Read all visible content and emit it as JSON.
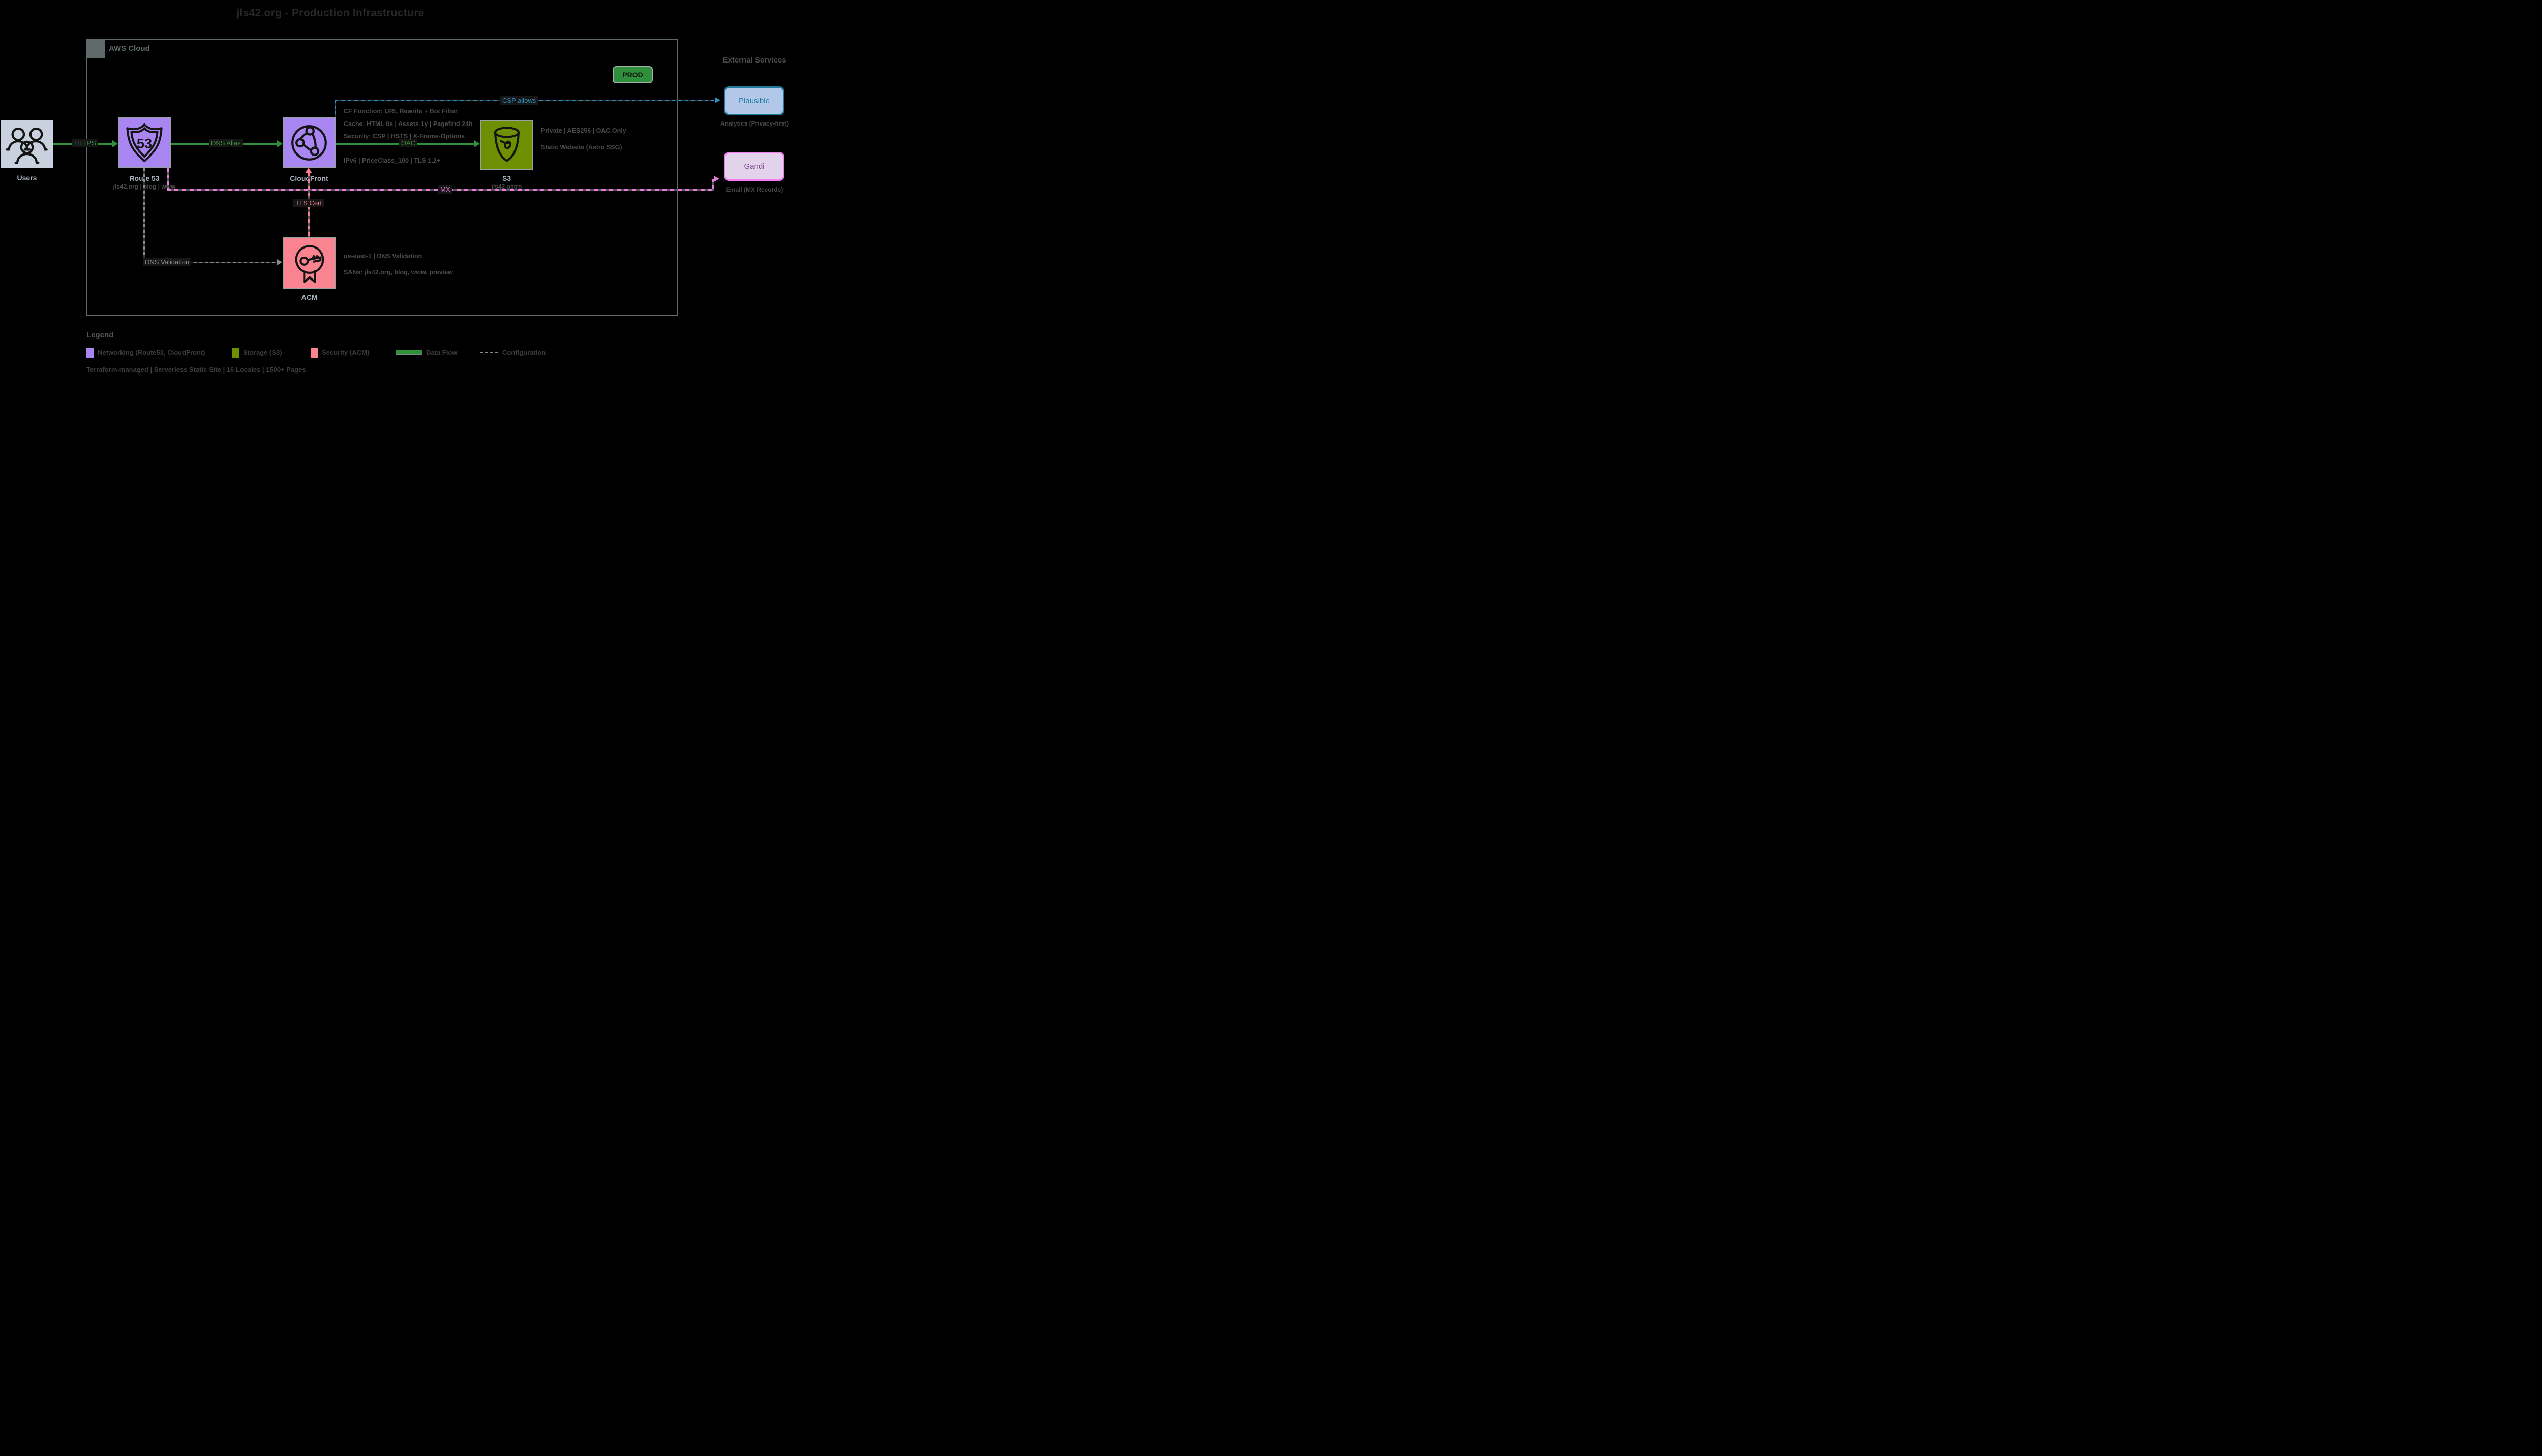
{
  "title": "jls42.org - Production Infrastructure",
  "aws_cloud_label": "AWS Cloud",
  "prod_badge": "PROD",
  "external_services_title": "External Services",
  "nodes": {
    "users": {
      "label": "Users"
    },
    "route53": {
      "label": "Route 53",
      "sublabel": "jls42.org | blog | www",
      "shield_number": "53"
    },
    "cloudfront": {
      "label": "CloudFront"
    },
    "s3": {
      "label": "S3",
      "sublabel": "jls42-astro"
    },
    "acm": {
      "label": "ACM"
    },
    "plausible": {
      "label": "Plausible",
      "sublabel": "Analytics (Privacy-first)"
    },
    "gandi": {
      "label": "Gandi",
      "sublabel": "Email (MX Records)"
    }
  },
  "annotations": {
    "cloudfront": [
      "CF Function: URL Rewrite + Bot Filter",
      "Cache: HTML 0s | Assets 1y | Pagefind 24h",
      "Security: CSP | HSTS | X-Frame-Options",
      "IPv6 | PriceClass_100 | TLS 1.2+"
    ],
    "s3": [
      "Private | AES256 | OAC Only",
      "Static Website (Astro SSG)"
    ],
    "acm": [
      "us-east-1 | DNS Validation",
      "SANs: jls42.org, blog, www, preview"
    ]
  },
  "edge_labels": {
    "https": "HTTPS",
    "dns_alias": "DNS Alias",
    "oac": "OAC",
    "csp_allows": "CSP allows",
    "mx": "MX",
    "tls_cert": "TLS Cert",
    "dns_validation": "DNS Validation"
  },
  "legend": {
    "title": "Legend",
    "items": [
      {
        "label": "Networking (Route53, CloudFront)",
        "color": "#a885f0"
      },
      {
        "label": "Storage (S3)",
        "color": "#6e8f02"
      },
      {
        "label": "Security (ACM)",
        "color": "#f9848f"
      },
      {
        "label": "Data Flow",
        "color": "#2f8f3d"
      },
      {
        "label": "Configuration",
        "color": "#8a8a8a"
      }
    ],
    "caption": "Terraform-managed | Serverless Static Site | 16 Locales | 1500+ Pages"
  },
  "colors": {
    "background": "#000000",
    "networking_purple": "#a885f0",
    "storage_green": "#6e8f02",
    "security_pink": "#f9848f",
    "users_fill": "#c8d1dd",
    "flow_green": "#2f8f3d",
    "csp_teal": "#2d8fc2",
    "mx_pink": "#e87ae0",
    "tls_salmon": "#f8808e",
    "config_gray": "#8a8a8a",
    "plausible_fill": "#b3c8e8",
    "plausible_border": "#1f7a9c",
    "gandi_fill": "#e3d3ea",
    "gandi_border": "#f07ef0",
    "prod_green": "#2f8f3d"
  }
}
